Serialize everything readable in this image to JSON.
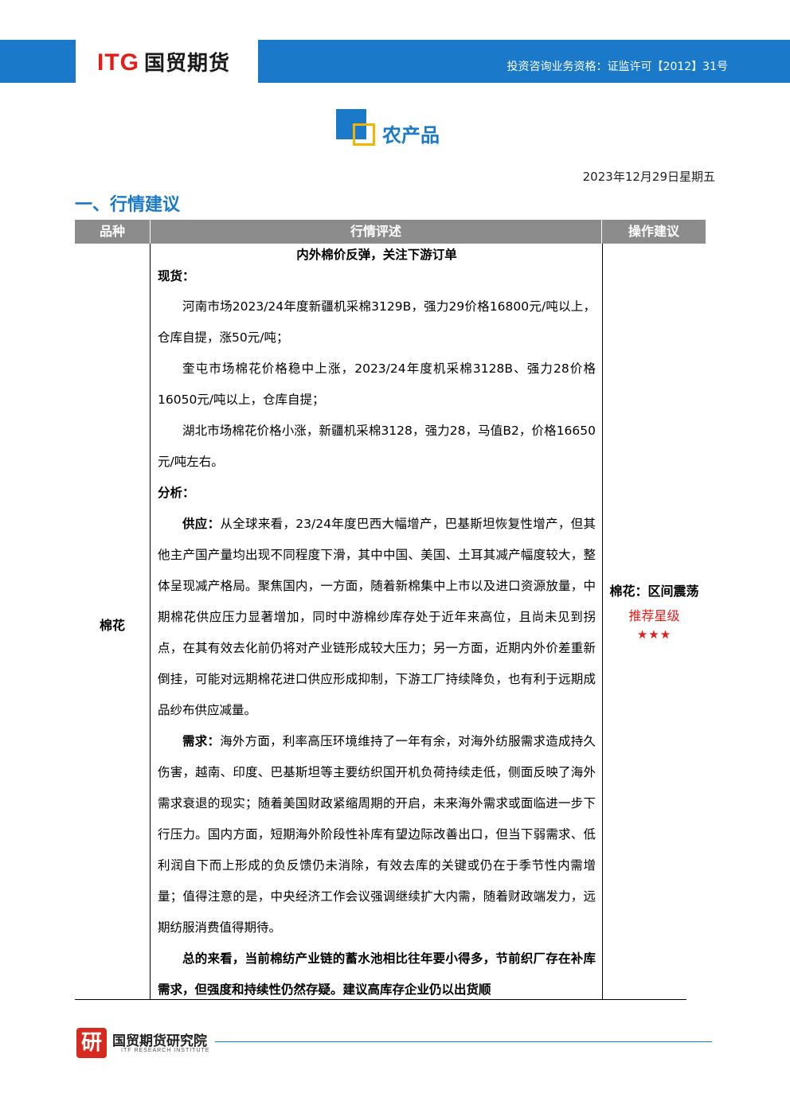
{
  "header": {
    "logo_itg": "ITG",
    "logo_cn": "国贸期货",
    "license": "投资咨询业务资格：证监许可【2012】31号"
  },
  "section": {
    "title": "农产品"
  },
  "date": "2023年12月29日星期五",
  "heading": "一、行情建议",
  "table": {
    "headers": [
      "品种",
      "行情评述",
      "操作建议"
    ],
    "variety": "棉花",
    "review": {
      "title": "内外棉价反弹，关注下游订单",
      "spot_label": "现货：",
      "spot": [
        "河南市场2023/24年度新疆机采棉3129B，强力29价格16800元/吨以上，仓库自提，涨50元/吨；",
        "奎屯市场棉花价格稳中上涨，2023/24年度机采棉3128B、强力28价格16050元/吨以上，仓库自提；",
        "湖北市场棉花价格小涨，新疆机采棉3128，强力28，马值B2，价格16650元/吨左右。"
      ],
      "analysis_label": "分析：",
      "supply_label": "供应：",
      "supply_text": "从全球来看，23/24年度巴西大幅增产，巴基斯坦恢复性增产，但其他主产国产量均出现不同程度下滑，其中中国、美国、土耳其减产幅度较大，整体呈现减产格局。聚焦国内，一方面，随着新棉集中上市以及进口资源放量，中期棉花供应压力显著增加，同时中游棉纱库存处于近年来高位，且尚未见到拐点，在其有效去化前仍将对产业链形成较大压力；另一方面，近期内外价差重新倒挂，可能对远期棉花进口供应形成抑制，下游工厂持续降负，也有利于远期成品纱布供应减量。",
      "demand_label": "需求：",
      "demand_text": "海外方面，利率高压环境维持了一年有余，对海外纺服需求造成持久伤害，越南、印度、巴基斯坦等主要纺织国开机负荷持续走低，侧面反映了海外需求衰退的现实；随着美国财政紧缩周期的开启，未来海外需求或面临进一步下行压力。国内方面，短期海外阶段性补库有望边际改善出口，但当下弱需求、低利润自下而上形成的负反馈仍未消除，有效去库的关键或仍在于季节性内需增量；值得注意的是，中央经济工作会议强调继续扩大内需，随着财政端发力，远期纺服消费值得期待。",
      "summary_text": "总的来看，当前棉纺产业链的蓄水池相比往年要小得多，节前织厂存在补库需求，但强度和持续性仍然存疑。建议高库存企业仍以出货顺"
    },
    "advice": {
      "line1": "棉花：区间震荡",
      "line2": "推荐星级",
      "stars": "★★★"
    }
  },
  "footer": {
    "seal": "研",
    "name": "国贸期货研究院",
    "sub": "ITF RESEARCH INSTITUTE"
  }
}
